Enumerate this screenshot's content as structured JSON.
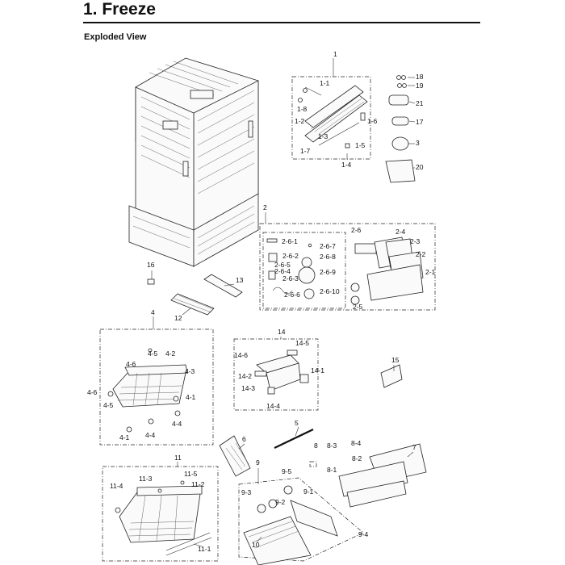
{
  "header": {
    "title": "1.  Freeze",
    "subtitle": "Exploded View"
  },
  "labels": {
    "l1": "1",
    "l1_1": "1-1",
    "l1_8": "1-8",
    "l1_2": "1-2",
    "l1_3": "1-3",
    "l1_6": "1-6",
    "l1_5": "1-5",
    "l1_7": "1-7",
    "l1_4": "1-4",
    "l18": "18",
    "l19": "19",
    "l21": "21",
    "l17": "17",
    "l3": "3",
    "l20": "20",
    "l2": "2",
    "l2_6": "2-6",
    "l2_4": "2-4",
    "l2_3": "2-3",
    "l2_2": "2-2",
    "l2_1": "2-1",
    "l2_5": "2-5",
    "l2_6_1": "2-6-1",
    "l2_6_2": "2-6-2",
    "l2_6_5": "2-6-5",
    "l2_6_4": "2-6-4",
    "l2_6_3": "2-6-3",
    "l2_6_6": "2-6-6",
    "l2_6_7": "2-6-7",
    "l2_6_8": "2-6-8",
    "l2_6_9": "2-6-9",
    "l2_6_10": "2-6-10",
    "l16": "16",
    "l13": "13",
    "l12": "12",
    "l4": "4",
    "l4_5a": "4-5",
    "l4_2": "4-2",
    "l4_6a": "4-6",
    "l4_3": "4-3",
    "l4_6b": "4-6",
    "l4_5b": "4-5",
    "l4_1a": "4-1",
    "l4_4a": "4-4",
    "l4_4b": "4-4",
    "l4_1b": "4-1",
    "l14": "14",
    "l14_5": "14-5",
    "l14_6": "14-6",
    "l14_1": "14-1",
    "l14_2": "14-2",
    "l14_3": "14-3",
    "l14_4": "14-4",
    "l15": "15",
    "l5": "5",
    "l6": "6",
    "l7": "7",
    "l8": "8",
    "l8_3": "8-3",
    "l8_4": "8-4",
    "l8_2": "8-2",
    "l8_1": "8-1",
    "l9": "9",
    "l9_5": "9-5",
    "l9_1": "9-1",
    "l9_3": "9-3",
    "l9_2": "9-2",
    "l9_4": "9-4",
    "l10": "10",
    "l11": "11",
    "l11_3": "11-3",
    "l11_5": "11-5",
    "l11_4": "11-4",
    "l11_2": "11-2",
    "l11_1": "11-1"
  }
}
